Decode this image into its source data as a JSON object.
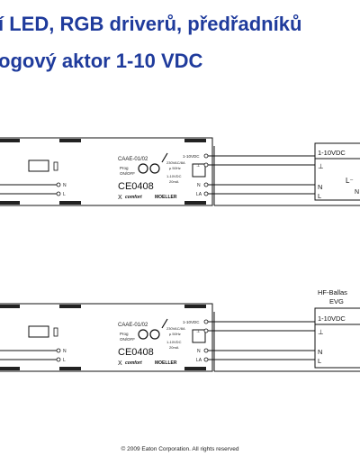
{
  "title": {
    "line1": "í LED, RGB driverů, předřadníků",
    "line2": "ogový aktor 1-10 VDC"
  },
  "actuator": {
    "part": "CAAE-01/02",
    "prog": "Prog",
    "onoff": "ON/OFF",
    "rating1": "230VAC/8A",
    "rating2": "µ 50Hz",
    "rating3": "1-10VDC",
    "rating4": "20mA",
    "ce": "CE0408",
    "brand": "comfort",
    "maker": "MOELLER",
    "term_right": [
      "1-10VDC",
      "⊥",
      "N",
      "LA"
    ],
    "term_left": [
      "N",
      "L"
    ]
  },
  "load1": {
    "terms": [
      "1-10VDC",
      "⊥",
      "N",
      "L"
    ],
    "symbol": "L⁻",
    "sym2": "N"
  },
  "load2": {
    "header1": "HF-Ballas",
    "header2": "EVG",
    "terms": [
      "1-10VDC",
      "⊥",
      "N",
      "L"
    ]
  },
  "footer": "© 2009 Eaton Corporation. All rights reserved"
}
